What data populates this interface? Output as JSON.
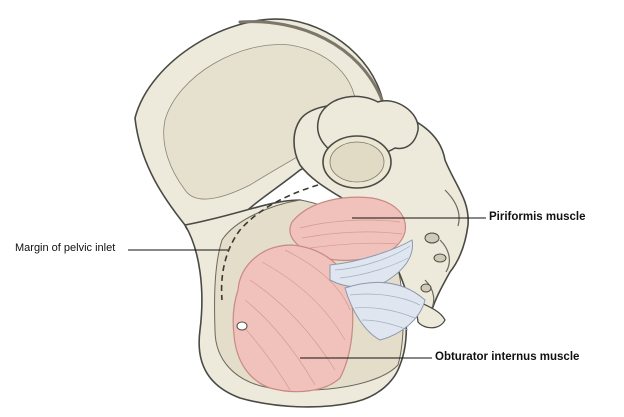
{
  "labels": {
    "margin_of_pelvic_inlet": "Margin of pelvic inlet",
    "piriformis_muscle": "Piriformis muscle",
    "obturator_internus_muscle": "Obturator internus muscle"
  },
  "colors": {
    "bone_fill": "#eeeadb",
    "bone_outline": "#4a4a44",
    "muscle_fill": "#f1c2bb",
    "muscle_stroke": "#c88a82",
    "ligament_fill": "#dfe6ef",
    "ligament_stroke": "#8a9ab0",
    "leader_line": "#111111",
    "background": "#ffffff"
  }
}
